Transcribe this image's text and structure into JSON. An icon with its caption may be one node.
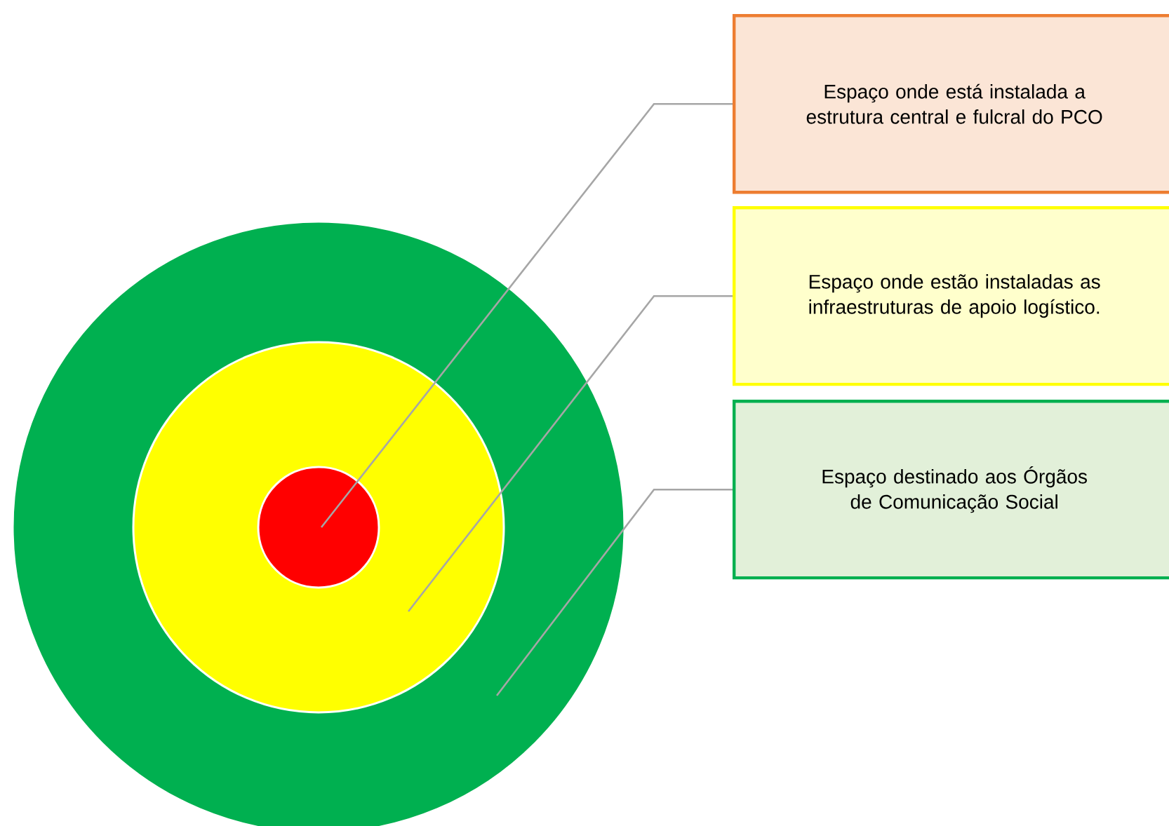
{
  "diagram": {
    "nodes": [
      {
        "text": [],
        "shape": "circle"
      },
      {
        "text": [],
        "shape": "circle",
        "in": 0
      },
      {
        "text": [],
        "shape": "circle",
        "in": 1
      },
      {
        "text": [
          "Espaço onde está instalada a estrutura central e fulcral do PCO"
        ]
      },
      {
        "text": [
          "Espaço onde estão instaladas as infraestruturas de apoio logístico."
        ]
      },
      {
        "text": [
          "Espaço destinado aos Órgãos de Comunicação Social"
        ]
      }
    ],
    "edges": [
      {
        "from": 3,
        "to": 2,
        "arrow": "none"
      },
      {
        "from": 4,
        "to": 1,
        "arrow": "none"
      },
      {
        "from": 5,
        "to": 0,
        "arrow": "none"
      }
    ]
  }
}
